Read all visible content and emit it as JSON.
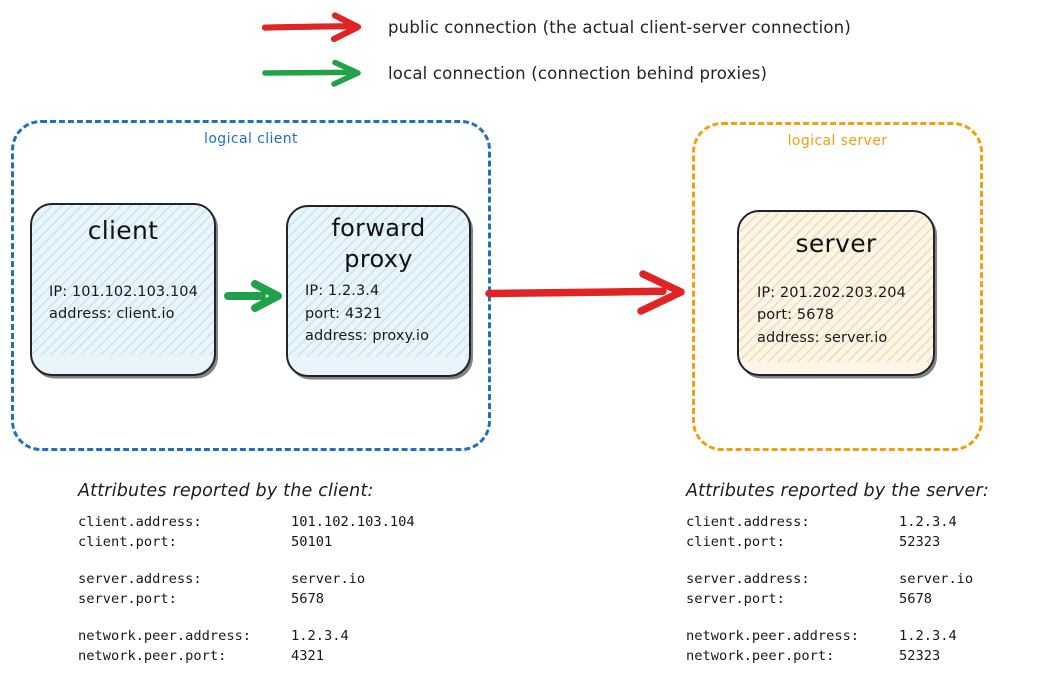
{
  "legend": [
    {
      "id": "public",
      "color": "#e02424",
      "label": "public connection (the actual client-server connection)"
    },
    {
      "id": "local",
      "color": "#22a14b",
      "label": "local connection (connection behind proxies)"
    }
  ],
  "groups": {
    "client": {
      "title": "logical client",
      "color": "#1f70c1"
    },
    "server": {
      "title": "logical server",
      "color": "#f29e0e"
    }
  },
  "nodes": {
    "client": {
      "title": "client",
      "attrs": [
        "IP: 101.102.103.104",
        "address: client.io"
      ]
    },
    "proxy": {
      "title": "forward\nproxy",
      "title_line1": "forward",
      "title_line2": "proxy",
      "attrs": [
        "IP: 1.2.3.4",
        "port: 4321",
        "address: proxy.io"
      ]
    },
    "server": {
      "title": "server",
      "attrs": [
        "IP: 201.202.203.204",
        "port: 5678",
        "address: server.io"
      ]
    }
  },
  "arrows": {
    "local_client_to_proxy": {
      "kind": "local",
      "color": "#22a14b"
    },
    "public_client_to_server": {
      "kind": "public",
      "color": "#e02424"
    }
  },
  "attribute_tables": {
    "client": {
      "heading": "Attributes reported by the client:",
      "rows": [
        {
          "key": "client.address:",
          "value": "101.102.103.104"
        },
        {
          "key": "client.port:",
          "value": "50101"
        },
        {
          "key": "",
          "value": "",
          "spacer": true
        },
        {
          "key": "server.address:",
          "value": "server.io"
        },
        {
          "key": "server.port:",
          "value": "5678"
        },
        {
          "key": "",
          "value": "",
          "spacer": true
        },
        {
          "key": "network.peer.address:",
          "value": "1.2.3.4"
        },
        {
          "key": "network.peer.port:",
          "value": "4321"
        }
      ]
    },
    "server": {
      "heading": "Attributes reported by the server:",
      "rows": [
        {
          "key": "client.address:",
          "value": "1.2.3.4"
        },
        {
          "key": "client.port:",
          "value": "52323"
        },
        {
          "key": "",
          "value": "",
          "spacer": true
        },
        {
          "key": "server.address:",
          "value": "server.io"
        },
        {
          "key": "server.port:",
          "value": "5678"
        },
        {
          "key": "",
          "value": "",
          "spacer": true
        },
        {
          "key": "network.peer.address:",
          "value": "1.2.3.4"
        },
        {
          "key": "network.peer.port:",
          "value": "52323"
        }
      ]
    }
  },
  "colors": {
    "public_arrow": "#e02424",
    "local_arrow": "#22a14b",
    "client_group_border": "#1f70c1",
    "server_group_border": "#f29e0e",
    "client_node_fill": "#eaf4fb",
    "client_node_hatch": "#bfddf2",
    "server_node_fill": "#fdf5e7",
    "server_node_hatch": "#f0d2a6",
    "node_stroke": "#20232a",
    "text": "#16181d",
    "background": "#ffffff"
  }
}
